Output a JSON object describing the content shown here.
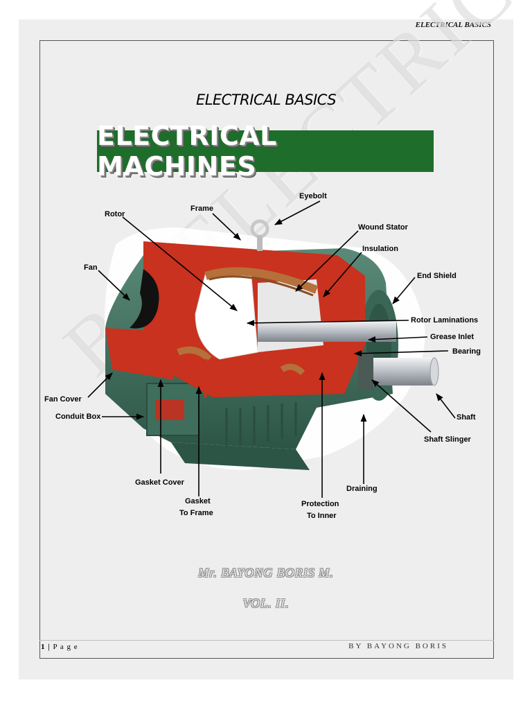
{
  "header": {
    "running_title": "ELECTRICAL BASICS"
  },
  "title": {
    "heading": "ELECTRICAL BASICS",
    "banner": "ELECTRICAL MACHINES"
  },
  "watermark": "BK ELECTRICALS",
  "diagram": {
    "labels": {
      "eyebolt": "Eyebolt",
      "rotor": "Rotor",
      "frame": "Frame",
      "wound_stator": "Wound Stator",
      "insulation": "Insulation",
      "fan": "Fan",
      "end_shield": "End Shield",
      "rotor_laminations": "Rotor Laminations",
      "grease_inlet": "Grease Inlet",
      "bearing": "Bearing",
      "fan_cover": "Fan Cover",
      "conduit_box": "Conduit Box",
      "shaft": "Shaft",
      "shaft_slinger": "Shaft Slinger",
      "gasket_cover": "Gasket Cover",
      "gasket_to_frame_1": "Gasket",
      "gasket_to_frame_2": "To Frame",
      "draining": "Draining",
      "protection_to_inner_1": "Protection",
      "protection_to_inner_2": "To Inner"
    },
    "colors": {
      "body": "#3f6e5c",
      "cutaway": "#c8321e",
      "rotor": "#ffffff",
      "shaft": "#c9cdd3"
    }
  },
  "author": "Mr. BAYONG BORIS M.",
  "volume": "VOL. II.",
  "footer": {
    "page_number": "1",
    "page_word": "P a g e",
    "author": "BY BAYONG BORIS"
  }
}
